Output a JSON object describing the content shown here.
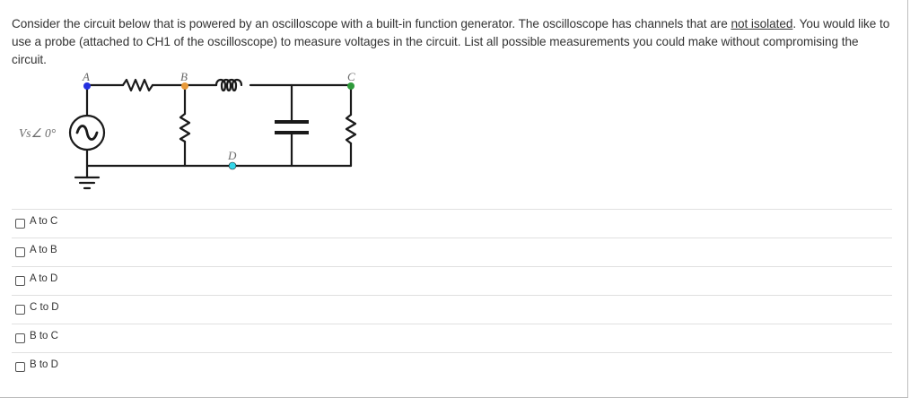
{
  "question": {
    "text_before": "Consider the circuit below that is powered by an oscilloscope with a built-in function generator. The oscilloscope has channels that are ",
    "underlined": "not isolated",
    "text_after": ". You would like to use a probe (attached to CH1 of the oscilloscope) to measure voltages in the circuit. List all possible measurements you could make without compromising the circuit."
  },
  "circuit": {
    "source_label": "Vs∠ 0°",
    "nodes": [
      {
        "label": "A",
        "color": "#2430e0"
      },
      {
        "label": "B",
        "color": "#e89a3a"
      },
      {
        "label": "C",
        "color": "#2e9a3a"
      },
      {
        "label": "D",
        "color": "#34d6e8"
      }
    ],
    "components": [
      "ac-source",
      "series-resistor",
      "shunt-resistor-B",
      "inductor",
      "capacitor",
      "load-resistor-C",
      "ground"
    ]
  },
  "options": [
    {
      "label": "A to C",
      "checked": false
    },
    {
      "label": "A to B",
      "checked": false
    },
    {
      "label": "A to D",
      "checked": false
    },
    {
      "label": "C to D",
      "checked": false
    },
    {
      "label": "B to C",
      "checked": false
    },
    {
      "label": "B to D",
      "checked": false
    }
  ]
}
